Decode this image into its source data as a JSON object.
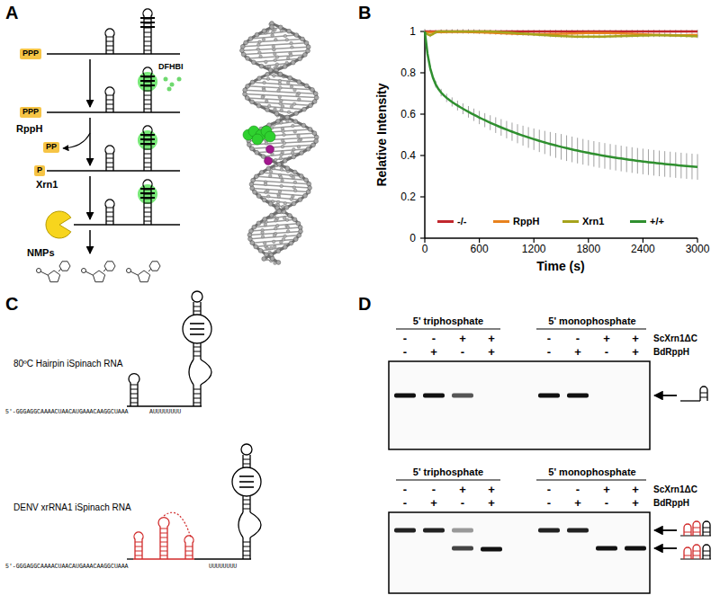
{
  "diagram": {
    "nodes": [
      {
        "text": [
          "PPP"
        ]
      },
      {
        "text": [
          "PPP"
        ]
      },
      {
        "text": [
          "PP"
        ]
      },
      {
        "text": [
          "P"
        ]
      }
    ],
    "labels": [
      "A",
      "B",
      "C",
      "D",
      "DFHBI",
      "RppH",
      "Xrn1",
      "NMPs",
      "Relative Intensity",
      "1",
      "0.8",
      "0.6",
      "0.4",
      "0.2",
      "0",
      "0",
      "600",
      "1200",
      "1800",
      "2400",
      "3000",
      "Time (s)",
      "80ºC Hairpin iSpinach RNA",
      "5'-GGGAGGCAAAACUAACAUGAAACAAGGCUAAA",
      "AUUUUUUUU",
      "DENV xrRNA1 iSpinach RNA",
      "5'-GGGAGGCAAAACUAACAUGAAACAAGGCUAAA",
      "UUUUUUUU",
      "5' triphosphate",
      "5' monophosphate",
      "ScXrn1ΔC",
      "BdRppH",
      "-",
      "-",
      "+",
      "+",
      "-",
      "-",
      "+",
      "+",
      "-",
      "+",
      "-",
      "+",
      "-",
      "+",
      "-",
      "+",
      "5' triphosphate",
      "5' monophosphate",
      "ScXrn1ΔC",
      "BdRppH",
      "-",
      "-",
      "+",
      "+",
      "-",
      "-",
      "+",
      "+",
      "-",
      "+",
      "-",
      "+",
      "-",
      "+",
      "-",
      "+"
    ],
    "legend": [
      {
        "text": "-/-",
        "color": "#c1272d"
      },
      {
        "text": "RppH",
        "color": "#e8821e"
      },
      {
        "text": "Xrn1",
        "color": "#a6a31c"
      },
      {
        "text": "+/+",
        "color": "#2f8f2f"
      }
    ]
  }
}
